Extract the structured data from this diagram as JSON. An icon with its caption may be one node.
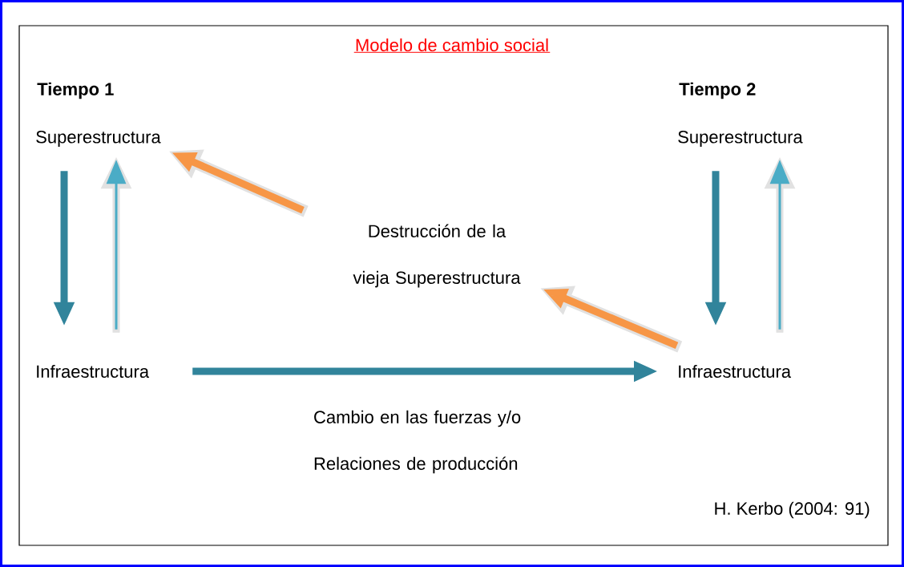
{
  "diagram": {
    "title": "Modelo de cambio social",
    "nodes": [
      {
        "text": [
          "Superestructura"
        ]
      },
      {
        "text": [
          "Infraestructura"
        ]
      },
      {
        "text": [
          "Superestructura"
        ]
      },
      {
        "text": [
          "Infraestructura"
        ]
      },
      {
        "text": [
          "Destrucción de la vieja Superestructura"
        ]
      }
    ],
    "edges": [
      {
        "from": 0,
        "to": 1,
        "arrow": "to"
      },
      {
        "from": 1,
        "to": 0,
        "arrow": "to",
        "color": "#4bacc6"
      },
      {
        "from": 2,
        "to": 3,
        "arrow": "to"
      },
      {
        "from": 3,
        "to": 2,
        "arrow": "to",
        "color": "#4bacc6"
      },
      {
        "from": 1,
        "to": 3,
        "arrow": "to",
        "label": "Cambio en las fuerzas y/o Relaciones de producción"
      },
      {
        "from": 3,
        "to": 4,
        "arrow": "to",
        "color": "#f79646"
      },
      {
        "from": 4,
        "to": 0,
        "arrow": "to",
        "color": "#f79646"
      }
    ],
    "labels": [
      "Tiempo 1",
      "Tiempo 2",
      "H. Kerbo (2004: 91)"
    ]
  }
}
